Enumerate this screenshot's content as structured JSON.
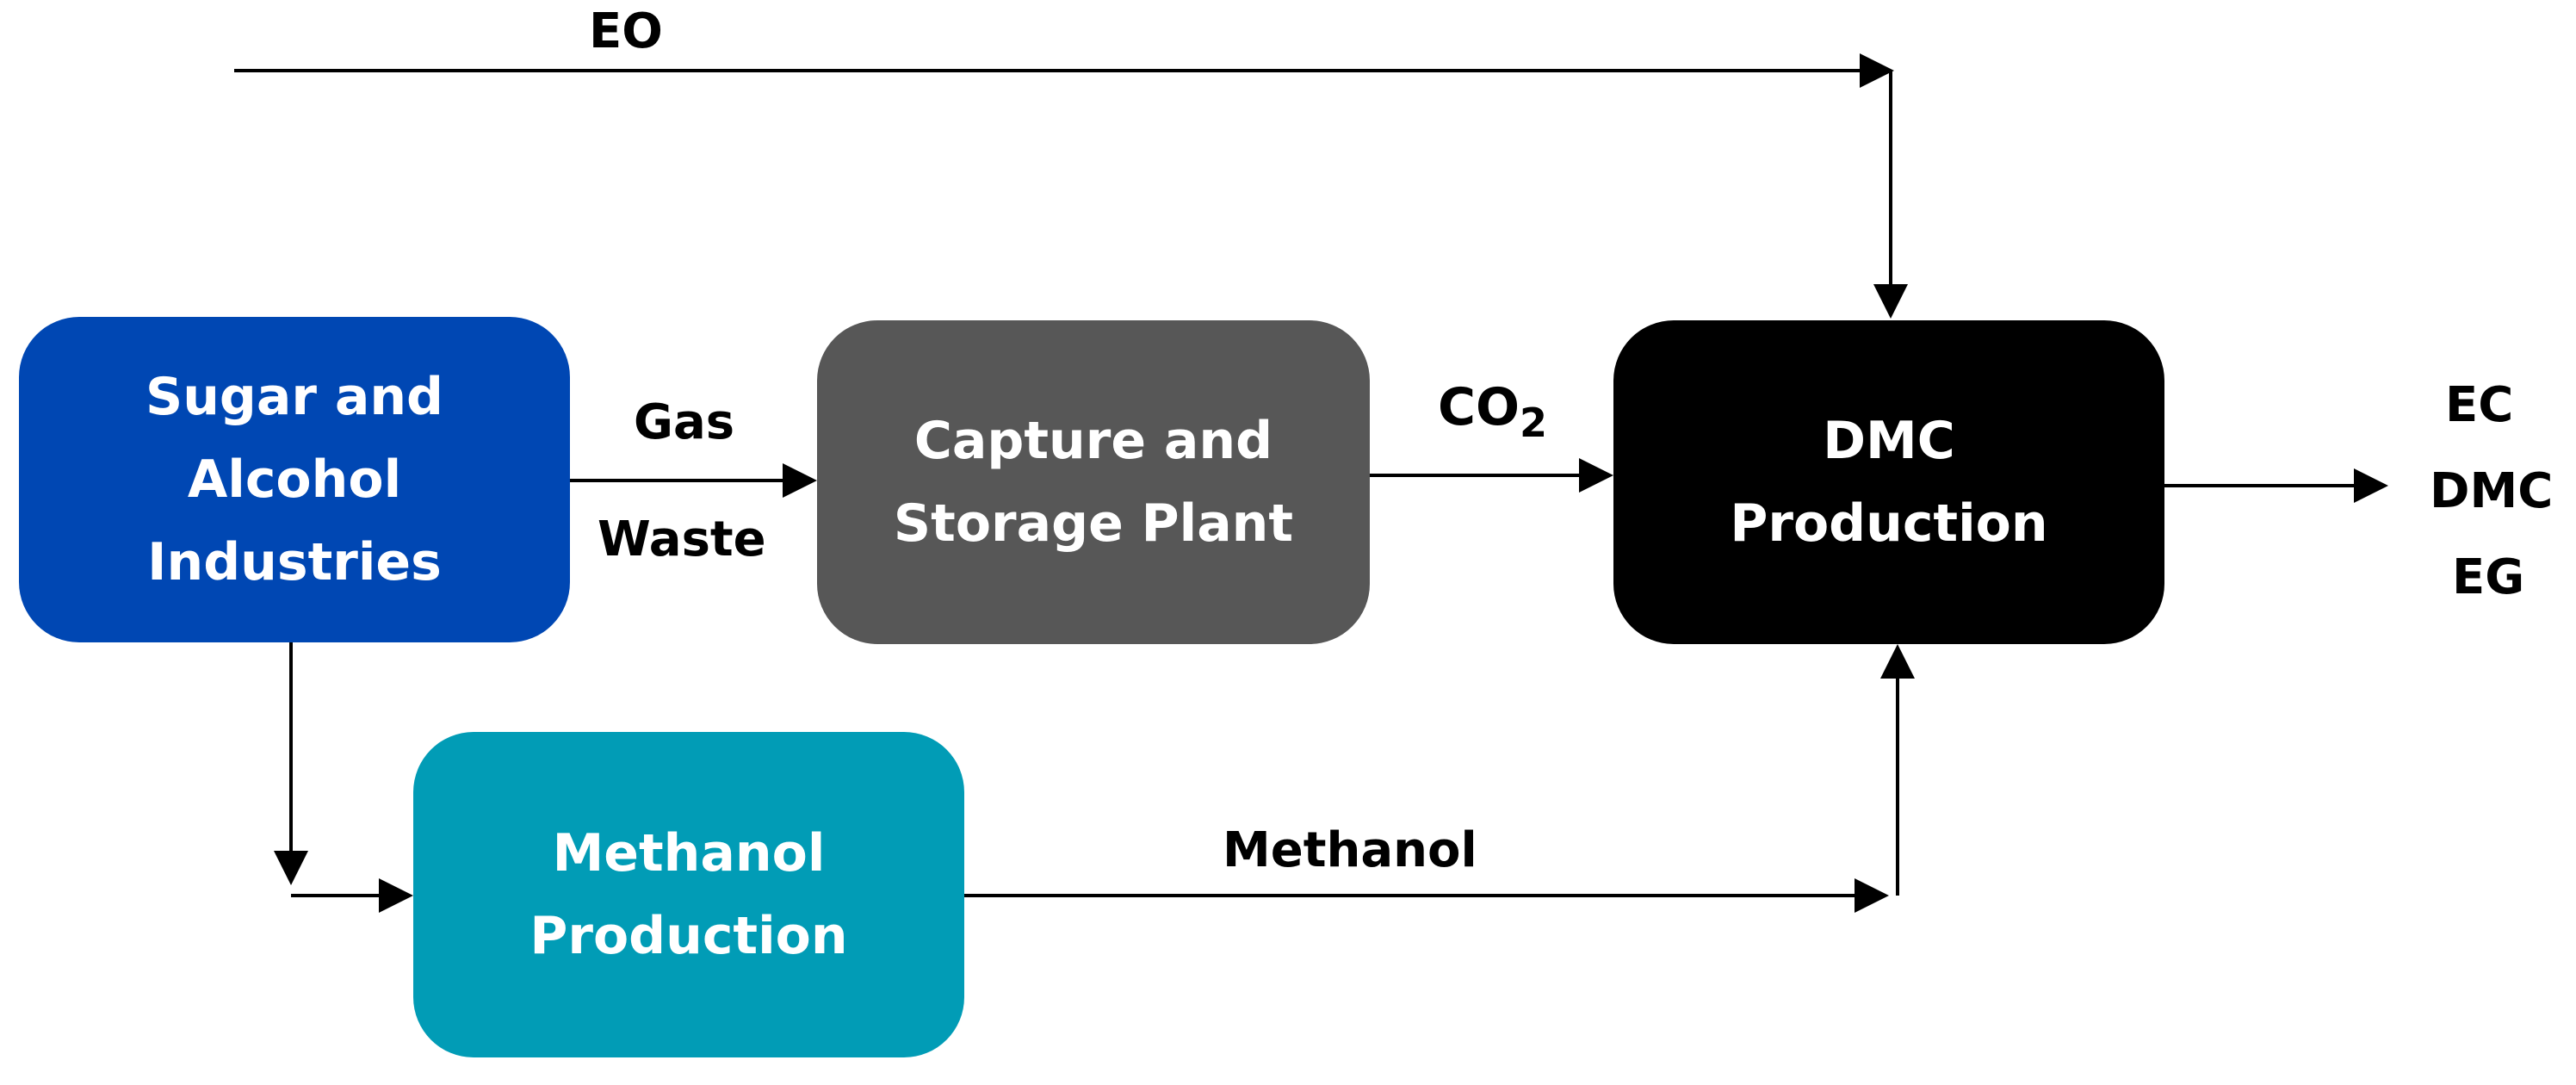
{
  "nodes": {
    "sugar": {
      "label": "Sugar and\nAlcohol\nIndustries",
      "color": "#0047b3"
    },
    "capture": {
      "label": "Capture and\nStorage Plant",
      "color": "#575757"
    },
    "dmc": {
      "label": "DMC\nProduction",
      "color": "#000000"
    },
    "methanol": {
      "label": "Methanol\nProduction",
      "color": "#019cb6"
    }
  },
  "flows": {
    "eo": "EO",
    "gas": "Gas",
    "waste": "Waste",
    "co2_base": "CO",
    "co2_sub": "2",
    "methanol": "Methanol"
  },
  "outputs": [
    "EC",
    "DMC",
    "EG"
  ]
}
